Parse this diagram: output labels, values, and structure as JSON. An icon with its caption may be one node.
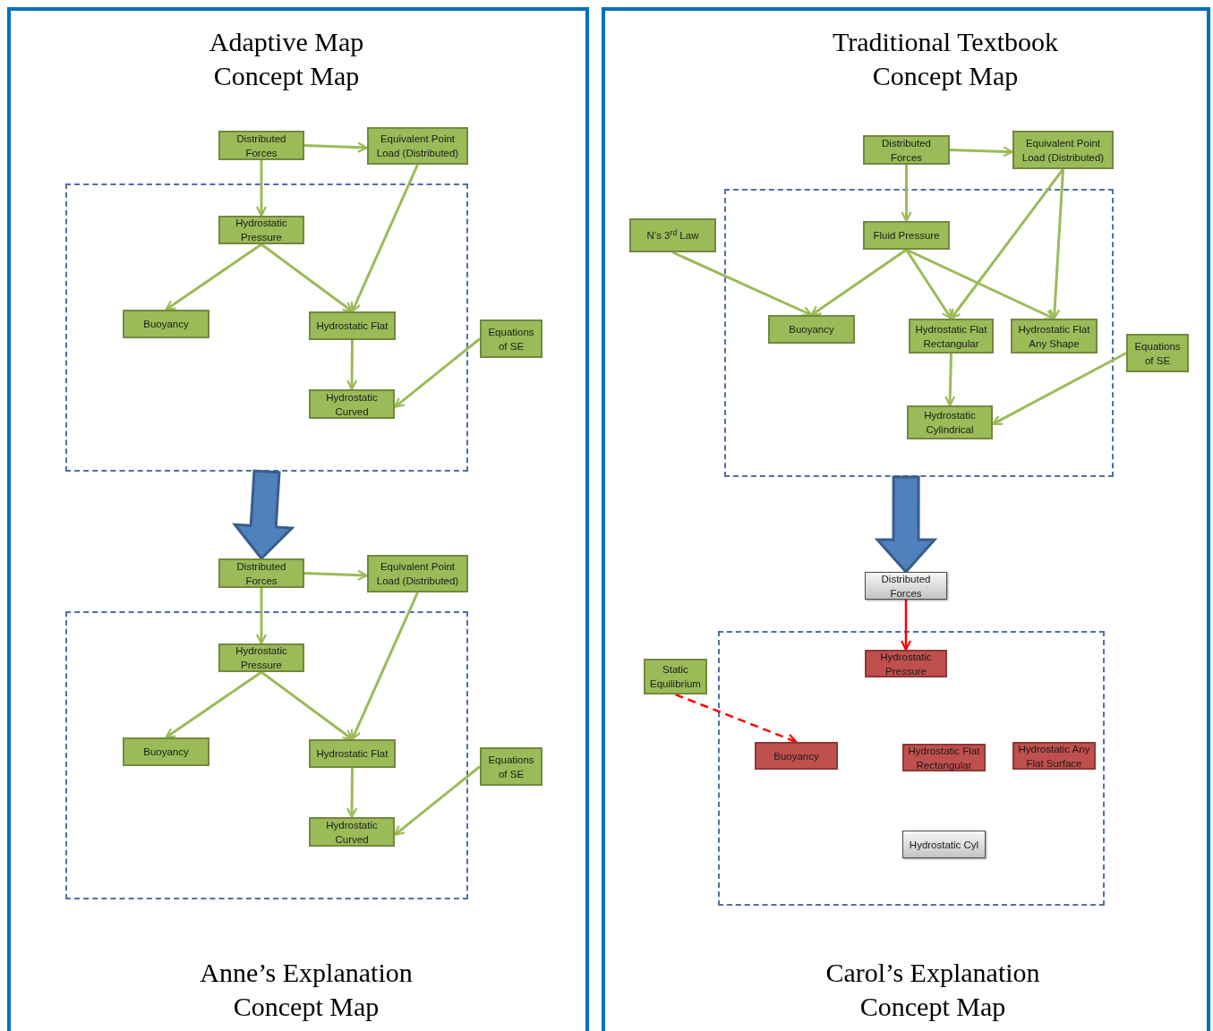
{
  "diagram": {
    "nodes": [
      {
        "text": [
          "Adaptive Map Concept Map",
          "Anne’s Explanation Concept Map"
        ]
      },
      {
        "text": [
          "Distributed Forces"
        ],
        "in": 0
      },
      {
        "text": [
          "Equivalent Point Load (Distributed)"
        ],
        "in": 0
      },
      {
        "text": [],
        "shape": "box",
        "in": 0
      },
      {
        "text": [
          "Hydrostatic Pressure"
        ],
        "in": 3
      },
      {
        "text": [
          "Buoyancy"
        ],
        "in": 3
      },
      {
        "text": [
          "Hydrostatic Flat"
        ],
        "in": 3
      },
      {
        "text": [
          "Hydrostatic Curved"
        ],
        "in": 3
      },
      {
        "text": [
          "Equations of SE"
        ],
        "in": 0
      },
      {
        "text": [
          "Distributed Forces"
        ],
        "in": 0
      },
      {
        "text": [
          "Equivalent Point Load (Distributed)"
        ],
        "in": 0
      },
      {
        "text": [],
        "shape": "box",
        "in": 0
      },
      {
        "text": [
          "Hydrostatic Pressure"
        ],
        "in": 11
      },
      {
        "text": [
          "Buoyancy"
        ],
        "in": 11
      },
      {
        "text": [
          "Hydrostatic Flat"
        ],
        "in": 11
      },
      {
        "text": [
          "Hydrostatic Curved"
        ],
        "in": 11
      },
      {
        "text": [
          "Equations of SE"
        ],
        "in": 0
      },
      {
        "text": [
          "Traditional Textbook Concept Map",
          "Carol’s Explanation Concept Map"
        ]
      },
      {
        "text": [
          "Distributed Forces"
        ],
        "in": 17
      },
      {
        "text": [
          "Equivalent Point Load (Distributed)"
        ],
        "in": 17
      },
      {
        "text": [
          "N’s 3$^{rd}$ Law"
        ],
        "in": 17
      },
      {
        "text": [],
        "shape": "box",
        "in": 17
      },
      {
        "text": [
          "Fluid Pressure"
        ],
        "in": 21
      },
      {
        "text": [
          "Buoyancy"
        ],
        "in": 21
      },
      {
        "text": [
          "Hydrostatic Flat Rectangular"
        ],
        "in": 21
      },
      {
        "text": [
          "Hydrostatic Flat Any Shape"
        ],
        "in": 21
      },
      {
        "text": [
          "Hydrostatic Cylindrical"
        ],
        "in": 21
      },
      {
        "text": [
          "Equations of SE"
        ],
        "in": 17
      },
      {
        "text": [
          "Distributed Forces"
        ],
        "in": 17
      },
      {
        "text": [
          "Static Equilibrium"
        ],
        "in": 17
      },
      {
        "text": [],
        "shape": "box",
        "in": 17
      },
      {
        "text": [
          "Hydrostatic Pressure"
        ],
        "in": 30
      },
      {
        "text": [
          "Buoyancy"
        ],
        "in": 30
      },
      {
        "text": [
          "Hydrostatic Flat Rectangular"
        ],
        "in": 30
      },
      {
        "text": [
          "Hydrostatic Any Flat Surface"
        ],
        "in": 30
      },
      {
        "text": [
          "Hydrostatic Cyl"
        ],
        "in": 30
      }
    ],
    "edges": [
      {
        "from": 1,
        "to": 2,
        "arrow": "to"
      },
      {
        "from": 1,
        "to": 4,
        "arrow": "to"
      },
      {
        "from": 4,
        "to": 5,
        "arrow": "to"
      },
      {
        "from": 4,
        "to": 6,
        "arrow": "to"
      },
      {
        "from": 2,
        "to": 6,
        "arrow": "to"
      },
      {
        "from": 6,
        "to": 7,
        "arrow": "to"
      },
      {
        "from": 8,
        "to": 7,
        "arrow": "to"
      },
      {
        "from": 3,
        "to": 9,
        "arrow": "to",
        "style": "thick",
        "color": "#4f81bd"
      },
      {
        "from": 9,
        "to": 10,
        "arrow": "to"
      },
      {
        "from": 9,
        "to": 12,
        "arrow": "to"
      },
      {
        "from": 12,
        "to": 13,
        "arrow": "to"
      },
      {
        "from": 12,
        "to": 14,
        "arrow": "to"
      },
      {
        "from": 10,
        "to": 14,
        "arrow": "to"
      },
      {
        "from": 14,
        "to": 15,
        "arrow": "to"
      },
      {
        "from": 16,
        "to": 15,
        "arrow": "to"
      },
      {
        "from": 18,
        "to": 19,
        "arrow": "to"
      },
      {
        "from": 18,
        "to": 22,
        "arrow": "to"
      },
      {
        "from": 22,
        "to": 23,
        "arrow": "to"
      },
      {
        "from": 20,
        "to": 23,
        "arrow": "to"
      },
      {
        "from": 22,
        "to": 24,
        "arrow": "to"
      },
      {
        "from": 22,
        "to": 25,
        "arrow": "to"
      },
      {
        "from": 19,
        "to": 24,
        "arrow": "to"
      },
      {
        "from": 19,
        "to": 25,
        "arrow": "to"
      },
      {
        "from": 24,
        "to": 26,
        "arrow": "to"
      },
      {
        "from": 27,
        "to": 26,
        "arrow": "to"
      },
      {
        "from": 21,
        "to": 28,
        "arrow": "to",
        "style": "thick",
        "color": "#4f81bd"
      },
      {
        "from": 28,
        "to": 31,
        "arrow": "to",
        "color": "#ff0000"
      },
      {
        "from": 29,
        "to": 32,
        "arrow": "to",
        "style": "dashed",
        "color": "#ff0000"
      }
    ]
  }
}
